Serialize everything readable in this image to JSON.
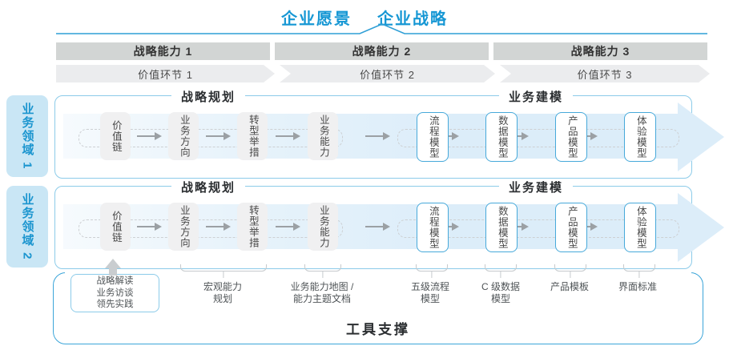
{
  "header": {
    "vision": "企业愿景",
    "strategy": "企业战略"
  },
  "capability_bar": {
    "items": [
      {
        "label": "战略能力 1"
      },
      {
        "label": "战略能力 2"
      },
      {
        "label": "战略能力 3"
      }
    ]
  },
  "value_bar": {
    "items": [
      {
        "label": "价值环节 1"
      },
      {
        "label": "价值环节 2"
      },
      {
        "label": "价值环节 3"
      }
    ]
  },
  "domains": [
    {
      "label": "业务领域 1"
    },
    {
      "label": "业务领域 2"
    }
  ],
  "lane": {
    "planning_header": "战略规划",
    "modeling_header": "业务建模",
    "planning_boxes": [
      {
        "label": "价值链"
      },
      {
        "label": "业务方向"
      },
      {
        "label": "转型举措"
      },
      {
        "label": "业务能力"
      }
    ],
    "modeling_boxes": [
      {
        "label": "流程模型"
      },
      {
        "label": "数据模型"
      },
      {
        "label": "产品模型"
      },
      {
        "label": "体验模型"
      }
    ]
  },
  "tools": {
    "title": "工具支撑",
    "methods_box": "战略解读\n业务访谈\n领先实践",
    "annotations": [
      {
        "text": "宏观能力\n规划"
      },
      {
        "text": "业务能力地图 /\n能力主题文档"
      },
      {
        "text": "五级流程\n模型"
      },
      {
        "text": "C 级数据\n模型"
      },
      {
        "text": "产品模板"
      },
      {
        "text": "界面标准"
      }
    ]
  },
  "colors": {
    "accent_blue": "#1697d4",
    "lane_border": "#8ccbe9",
    "tools_border": "#3ba5d9",
    "model_box_border": "#47a9da",
    "band_fill": "#dcedf9",
    "domain_card_bg": "#c9e6f5",
    "capability_bar_fill": "#d2d5d4",
    "value_bar_fill": "#ebecee"
  }
}
